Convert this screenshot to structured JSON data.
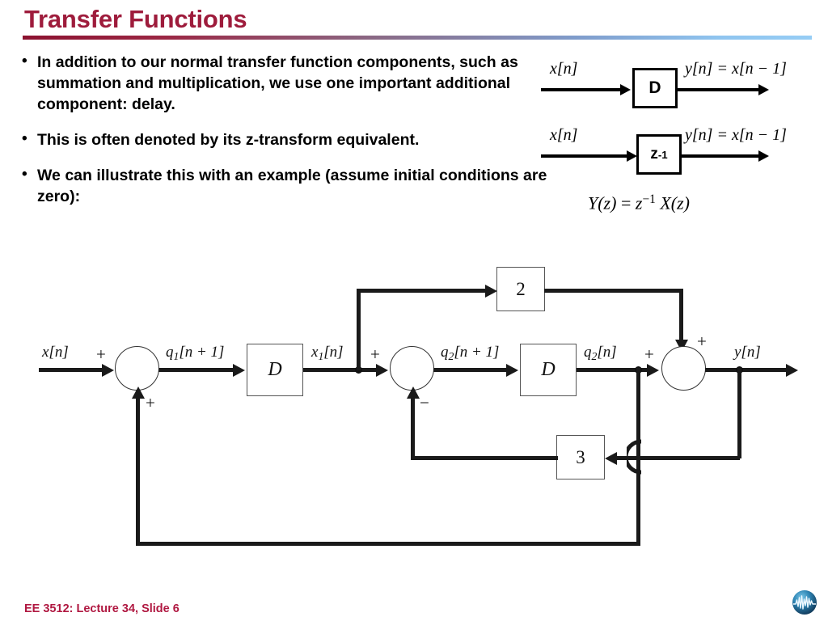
{
  "slide": {
    "title": "Transfer Functions",
    "title_color": "#9e1c3c",
    "rule_from_color": "#8c1230",
    "rule_to_color": "#96cdf5",
    "background_color": "#ffffff"
  },
  "bullets": [
    {
      "marker": "•",
      "text": "In addition to our normal transfer function components, such as summation and multiplication, we use one important additional component: delay."
    },
    {
      "marker": "•",
      "text": "This is often denoted by its z-transform equivalent."
    },
    {
      "marker": "•",
      "text": "We can illustrate this with an example (assume initial conditions are zero):"
    }
  ],
  "delay_diagrams": {
    "d_block": {
      "input_label": "x[n]",
      "block_label": "D",
      "output_label": "y[n] = x[n − 1]"
    },
    "z_block": {
      "input_label": "x[n]",
      "block_label": "z",
      "block_exponent": "-1",
      "output_label": "y[n] = x[n − 1]"
    },
    "equation": {
      "lhs": "Y(z)",
      "eq": "=",
      "z_base": "z",
      "z_exp": "−1",
      "rhs": "X(z)"
    }
  },
  "block_diagram": {
    "input_label": "x[n]",
    "output_label": "y[n]",
    "signals": {
      "q1_next_base": "q",
      "q1_next_sub": "1",
      "q1_next_rest": "[n + 1]",
      "x1_base": "x",
      "x1_sub": "1",
      "x1_rest": "[n]",
      "q2_next_base": "q",
      "q2_next_sub": "2",
      "q2_next_rest": "[n + 1]",
      "q2_base": "q",
      "q2_sub": "2",
      "q2_rest": "[n]"
    },
    "delay_blocks": [
      {
        "label": "D"
      },
      {
        "label": "D"
      }
    ],
    "gain_blocks": [
      {
        "label": "2"
      },
      {
        "label": "3"
      }
    ],
    "summers": [
      {
        "name": "summer-1",
        "signs": [
          "+",
          "+"
        ]
      },
      {
        "name": "summer-2",
        "signs": [
          "+",
          "−"
        ]
      },
      {
        "name": "summer-3",
        "signs": [
          "+",
          "+"
        ]
      }
    ]
  },
  "footer": {
    "text": "EE 3512: Lecture 34, Slide 6",
    "color": "#b01841",
    "logo_name": "signal-globe-logo"
  }
}
